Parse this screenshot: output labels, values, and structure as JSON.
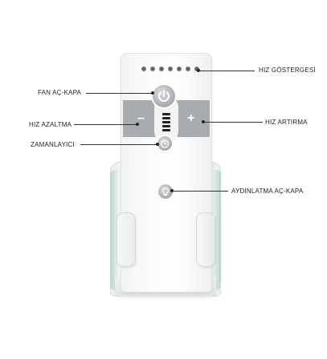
{
  "labels": {
    "speed_indicator": "HIZ GÖSTERGESİ",
    "fan_on_off": "FAN AÇ-KAPA",
    "speed_down": "HIZ AZALTMA",
    "speed_up": "HIZ ARTIRMA",
    "timer": "ZAMANLAYICI",
    "light_on_off": "AYDINLATMA AÇ-KAPA"
  },
  "buttons": {
    "minus": "–",
    "plus": "+"
  },
  "indicator_dots": 7,
  "colors": {
    "band": "#a9acae",
    "accent_edge": "#c7e2d6",
    "dot": "#5c5f62"
  },
  "icons": [
    "power-icon",
    "timer-icon",
    "lightbulb-icon"
  ]
}
